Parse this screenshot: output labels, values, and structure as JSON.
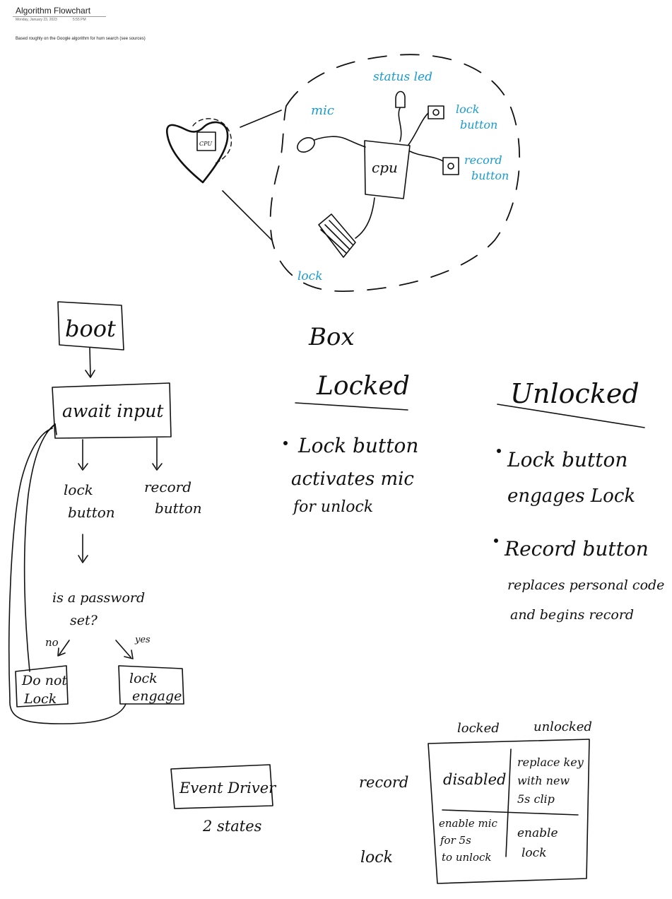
{
  "header": {
    "title": "Algorithm Flowchart",
    "date": "Monday, January 23, 2023",
    "time": "5:55 PM",
    "note": "Based roughly on the Google algorithm for hum search (see sources)"
  },
  "colors": {
    "ink": "#111111",
    "annotation": "#1a9bd1"
  },
  "box_sketch": {
    "heart_label": "CPU",
    "cpu_label": "cpu",
    "mic_label": "mic",
    "status_led_label": "status led",
    "lock_button_label": [
      "lock",
      "button"
    ],
    "record_button_label": [
      "record",
      "button"
    ],
    "lock_label": "lock",
    "caption": "Box"
  },
  "flowchart": {
    "boot": "boot",
    "await_input": "await input",
    "lock_button": [
      "lock",
      "button"
    ],
    "record_button": [
      "record",
      "button"
    ],
    "question": [
      "is a password",
      "set?"
    ],
    "no": "no",
    "yes": "yes",
    "do_not_lock": [
      "Do not",
      "Lock"
    ],
    "lock_engage": [
      "lock",
      "engage"
    ]
  },
  "states": {
    "locked_heading": "Locked",
    "locked_bullets": [
      [
        "Lock button",
        "activates mic",
        "for unlock"
      ]
    ],
    "unlocked_heading": "Unlocked",
    "unlocked_bullets": [
      [
        "Lock button",
        "engages Lock"
      ],
      [
        "Record button",
        "replaces personal code",
        "and begins record"
      ]
    ]
  },
  "event_driver": {
    "label": "Event Driver",
    "sub": "2 states"
  },
  "table": {
    "columns": [
      "locked",
      "unlocked"
    ],
    "rows": [
      {
        "label": "record",
        "cells": [
          [
            "disabled"
          ],
          [
            "replace key",
            "with new",
            "5s clip"
          ]
        ]
      },
      {
        "label": "lock",
        "cells": [
          [
            "enable mic",
            "for 5s",
            "to unlock"
          ],
          [
            "enable",
            "lock"
          ]
        ]
      }
    ]
  }
}
